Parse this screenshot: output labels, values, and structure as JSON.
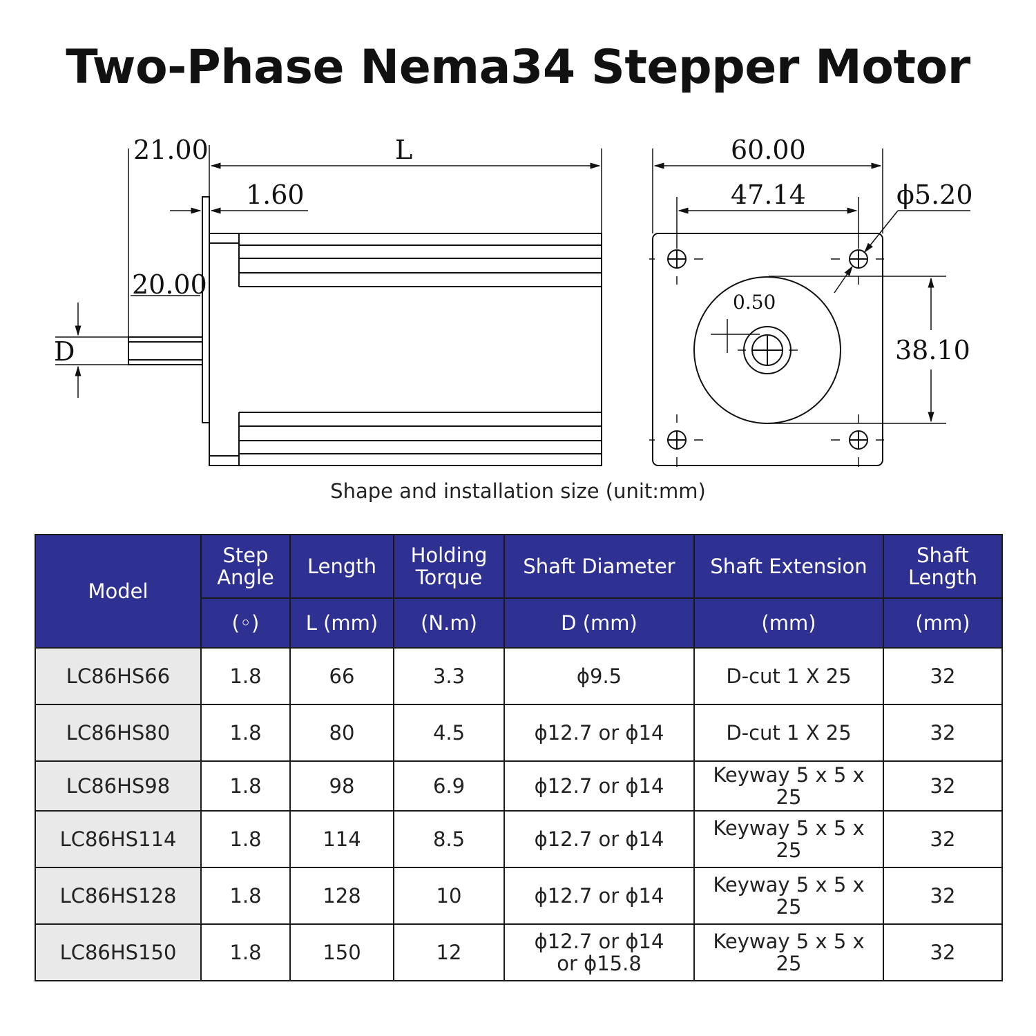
{
  "title": "Two-Phase Nema34 Stepper Motor",
  "drawing": {
    "side_view": {
      "dim_21": "21.00",
      "dim_L": "L",
      "dim_160": "1.60",
      "dim_20": "20.00",
      "dim_D": "D"
    },
    "front_view": {
      "dim_60": "60.00",
      "dim_4714": "47.14",
      "dim_hole": "ϕ5.20",
      "dim_050": "0.50",
      "dim_3810": "38.10"
    }
  },
  "caption": "Shape and installation size (unit:mm)",
  "table": {
    "headers": {
      "model": "Model",
      "step_angle": "Step Angle",
      "length": "Length",
      "holding_torque": "Holding Torque",
      "shaft_diameter": "Shaft Diameter",
      "shaft_extension": "Shaft Extension",
      "shaft_length": "Shaft Length"
    },
    "units": {
      "step_angle": "(◦)",
      "length": "L (mm)",
      "holding_torque": "(N.m)",
      "shaft_diameter": "D (mm)",
      "shaft_extension": "(mm)",
      "shaft_length": "(mm)"
    },
    "rows": [
      {
        "model": "LC86HS66",
        "step": "1.8",
        "length": "66",
        "torque": "3.3",
        "diameter": "ϕ9.5",
        "extension": "D-cut 1 X 25",
        "shaft_len": "32"
      },
      {
        "model": "LC86HS80",
        "step": "1.8",
        "length": "80",
        "torque": "4.5",
        "diameter": "ϕ12.7 or ϕ14",
        "extension": "D-cut 1 X 25",
        "shaft_len": "32"
      },
      {
        "model": "LC86HS98",
        "step": "1.8",
        "length": "98",
        "torque": "6.9",
        "diameter": "ϕ12.7 or ϕ14",
        "extension": "Keyway 5 x 5 x 25",
        "shaft_len": "32"
      },
      {
        "model": "LC86HS114",
        "step": "1.8",
        "length": "114",
        "torque": "8.5",
        "diameter": "ϕ12.7 or ϕ14",
        "extension": "Keyway 5 x 5 x 25",
        "shaft_len": "32"
      },
      {
        "model": "LC86HS128",
        "step": "1.8",
        "length": "128",
        "torque": "10",
        "diameter": "ϕ12.7 or ϕ14",
        "extension": "Keyway 5 x 5 x 25",
        "shaft_len": "32"
      },
      {
        "model": "LC86HS150",
        "step": "1.8",
        "length": "150",
        "torque": "12",
        "diameter": "ϕ12.7 or ϕ14",
        "diameter_line2": "or ϕ15.8",
        "extension": "Keyway 5 x 5 x 25",
        "shaft_len": "32"
      }
    ]
  }
}
